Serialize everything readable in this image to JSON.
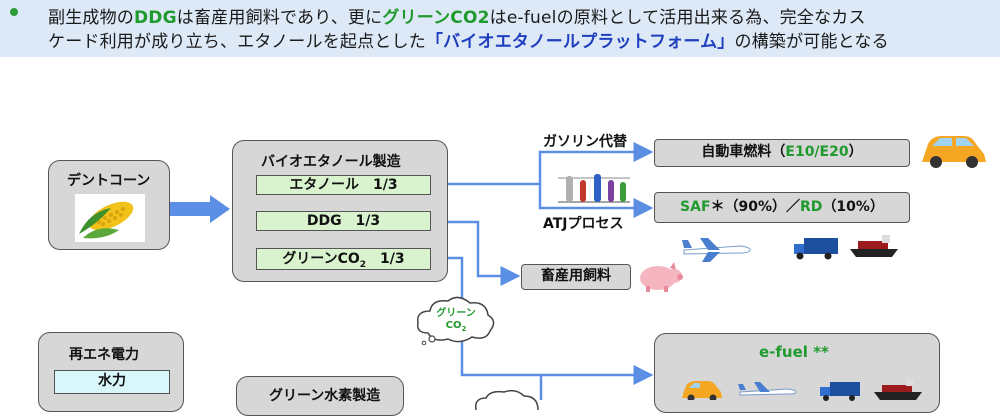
{
  "banner": {
    "line1": {
      "a": "副生成物の",
      "b": "DDG",
      "c": "は畜産用飼料であり、更に",
      "d": "グリーンCO2",
      "e": "はe-fuelの原料として活用出来る為、完全なカス"
    },
    "line2": {
      "a": "ケード利用が成り立ち、エタノールを起点とした",
      "b": "「バイオエタノールプラットフォーム」",
      "c": "の構築が可能となる"
    }
  },
  "dent_corn": {
    "title": "デントコーン"
  },
  "bio_ethanol": {
    "title": "バイオエタノール製造",
    "items": [
      "エタノール　1/3",
      "DDG　1/3",
      "グリーンCO",
      "2",
      "　1/3"
    ]
  },
  "labels": {
    "gasoline": "ガソリン代替",
    "atj": "ATJプロセス",
    "green_co2_cloud_1": "グリーン",
    "green_co2_cloud_2": "CO",
    "green_co2_cloud_sub": "2"
  },
  "outputs": {
    "auto_fuel": {
      "a": "自動車燃料（",
      "b": "E10/E20",
      "c": "）"
    },
    "saf": {
      "a": "SAF",
      "b": "＊（90%）／",
      "c": "RD",
      "d": "（10%）"
    },
    "livestock_feed": "畜産用飼料",
    "efuel": "e-fuel **"
  },
  "renewable": {
    "title": "再エネ電力",
    "item": "水力"
  },
  "green_hydrogen": {
    "title": "グリーン水素製造"
  },
  "colors": {
    "banner_bg": "#dde9f7",
    "green_text": "#1f9a2e",
    "blue_text": "#1f3fbf",
    "arrow": "#5b8fe6",
    "box_gray": "#d7d7d7",
    "sub_green": "#d9f3cf",
    "sub_cyan": "#d8f7fb"
  },
  "icons": [
    "bullet-icon",
    "corn-icon",
    "car-icon",
    "airplane-icon",
    "truck-icon",
    "ship-icon",
    "pig-icon",
    "atj-plant-icon",
    "cloud-icon"
  ]
}
